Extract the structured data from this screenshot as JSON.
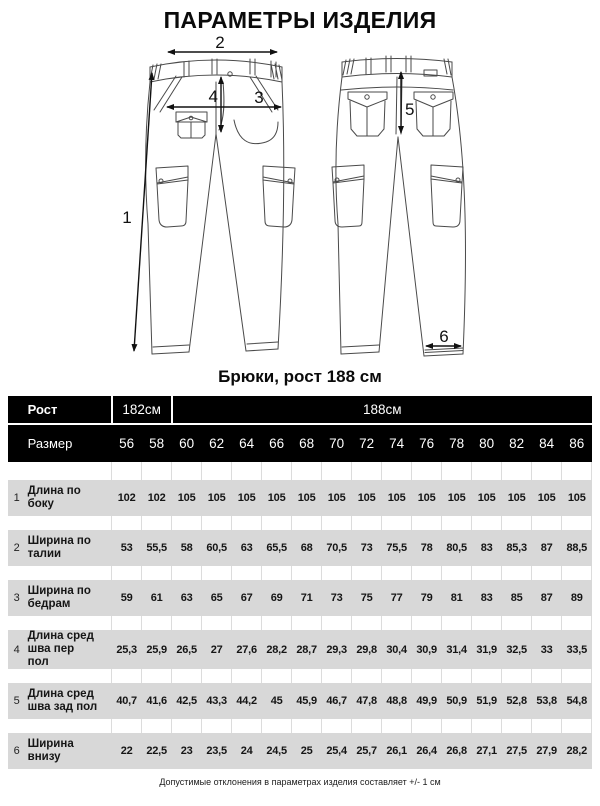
{
  "title": "ПАРАМЕТРЫ ИЗДЕЛИЯ",
  "subtitle": "Брюки, рост 188 см",
  "footer_note": "Допустимые отклонения в параметрах изделия составляет +/- 1 см",
  "diagram": {
    "description": "trousers front and back technical drawing",
    "labels": [
      "1",
      "2",
      "3",
      "4",
      "5",
      "6"
    ]
  },
  "table": {
    "height_row": {
      "label": "Рост",
      "group_182": "182см",
      "group_188": "188см"
    },
    "size_row": {
      "label": "Размер",
      "sizes": [
        "56",
        "58",
        "60",
        "62",
        "64",
        "66",
        "68",
        "70",
        "72",
        "74",
        "76",
        "78",
        "80",
        "82",
        "84",
        "86"
      ]
    },
    "rows": [
      {
        "num": "1",
        "name": "Длина по боку",
        "values": [
          "102",
          "102",
          "105",
          "105",
          "105",
          "105",
          "105",
          "105",
          "105",
          "105",
          "105",
          "105",
          "105",
          "105",
          "105",
          "105"
        ]
      },
      {
        "num": "2",
        "name": "Ширина по талии",
        "values": [
          "53",
          "55,5",
          "58",
          "60,5",
          "63",
          "65,5",
          "68",
          "70,5",
          "73",
          "75,5",
          "78",
          "80,5",
          "83",
          "85,3",
          "87",
          "88,5"
        ]
      },
      {
        "num": "3",
        "name": "Ширина по бедрам",
        "values": [
          "59",
          "61",
          "63",
          "65",
          "67",
          "69",
          "71",
          "73",
          "75",
          "77",
          "79",
          "81",
          "83",
          "85",
          "87",
          "89"
        ]
      },
      {
        "num": "4",
        "name": "Длина сред шва пер пол",
        "values": [
          "25,3",
          "25,9",
          "26,5",
          "27",
          "27,6",
          "28,2",
          "28,7",
          "29,3",
          "29,8",
          "30,4",
          "30,9",
          "31,4",
          "31,9",
          "32,5",
          "33",
          "33,5"
        ]
      },
      {
        "num": "5",
        "name": "Длина сред шва зад пол",
        "values": [
          "40,7",
          "41,6",
          "42,5",
          "43,3",
          "44,2",
          "45",
          "45,9",
          "46,7",
          "47,8",
          "48,8",
          "49,9",
          "50,9",
          "51,9",
          "52,8",
          "53,8",
          "54,8"
        ]
      },
      {
        "num": "6",
        "name": "Ширина внизу",
        "values": [
          "22",
          "22,5",
          "23",
          "23,5",
          "24",
          "24,5",
          "25",
          "25,4",
          "25,7",
          "26,1",
          "26,4",
          "26,8",
          "27,1",
          "27,5",
          "27,9",
          "28,2"
        ]
      }
    ]
  },
  "colors": {
    "header_bg": "#000000",
    "header_text": "#ffffff",
    "row_stripe": "#d8d8d8",
    "line_art": "#4a4a4a",
    "arrow": "#111111"
  }
}
